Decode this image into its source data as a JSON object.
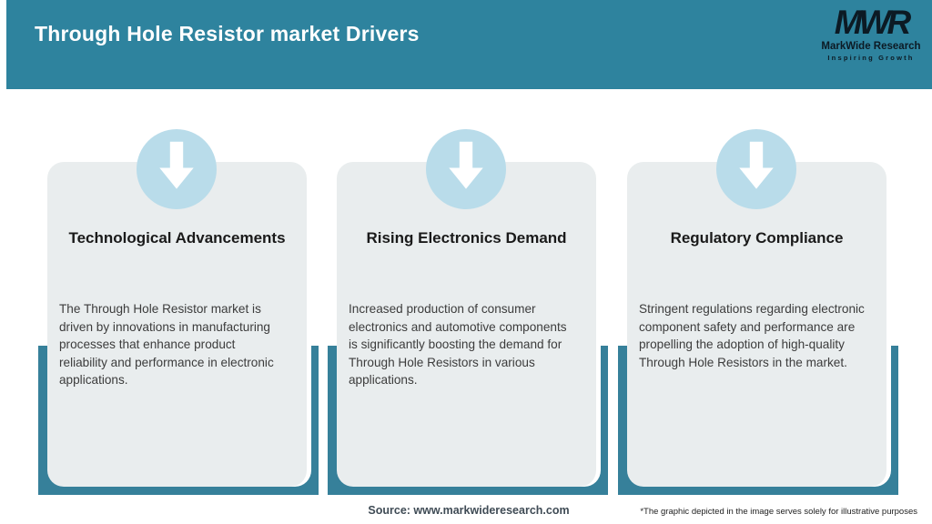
{
  "header": {
    "title": "Through Hole Resistor market Drivers",
    "logo": {
      "acronym": "MWR",
      "company": "MarkWide Research",
      "tagline": "Inspiring Growth"
    }
  },
  "cards": [
    {
      "icon": "down-arrow-icon",
      "title": "Technological Advancements",
      "description_lines": [
        "The Through Hole Resistor market is",
        "driven by innovations in manufacturing",
        "processes that enhance product",
        "reliability and performance in electronic",
        "applications."
      ]
    },
    {
      "icon": "down-arrow-icon",
      "title": "Rising Electronics Demand",
      "description_lines": [
        "Increased production of consumer",
        "electronics and automotive components",
        "is significantly boosting the demand for",
        "Through Hole Resistors in various",
        "applications."
      ]
    },
    {
      "icon": "down-arrow-icon",
      "title": "Regulatory Compliance",
      "description_lines": [
        "Stringent regulations regarding electronic",
        "component safety and performance are",
        "propelling the adoption of high-quality",
        "Through Hole Resistors in the market."
      ]
    }
  ],
  "footer": {
    "source": "Source: www.markwideresearch.com",
    "disclaimer": "*The graphic depicted in the image serves solely for illustrative purposes"
  },
  "colors": {
    "header_teal": "#2e839e",
    "panel_teal": "#36809a",
    "card_bg": "#e9edee",
    "circle_blue": "#b9dcea",
    "arrow_white": "#ffffff",
    "title_text": "#ffffff",
    "heading_text": "#1a1a1a",
    "body_text": "#3c3c3c",
    "source_text": "#3f4b55",
    "logo_text": "#0c1a24"
  }
}
